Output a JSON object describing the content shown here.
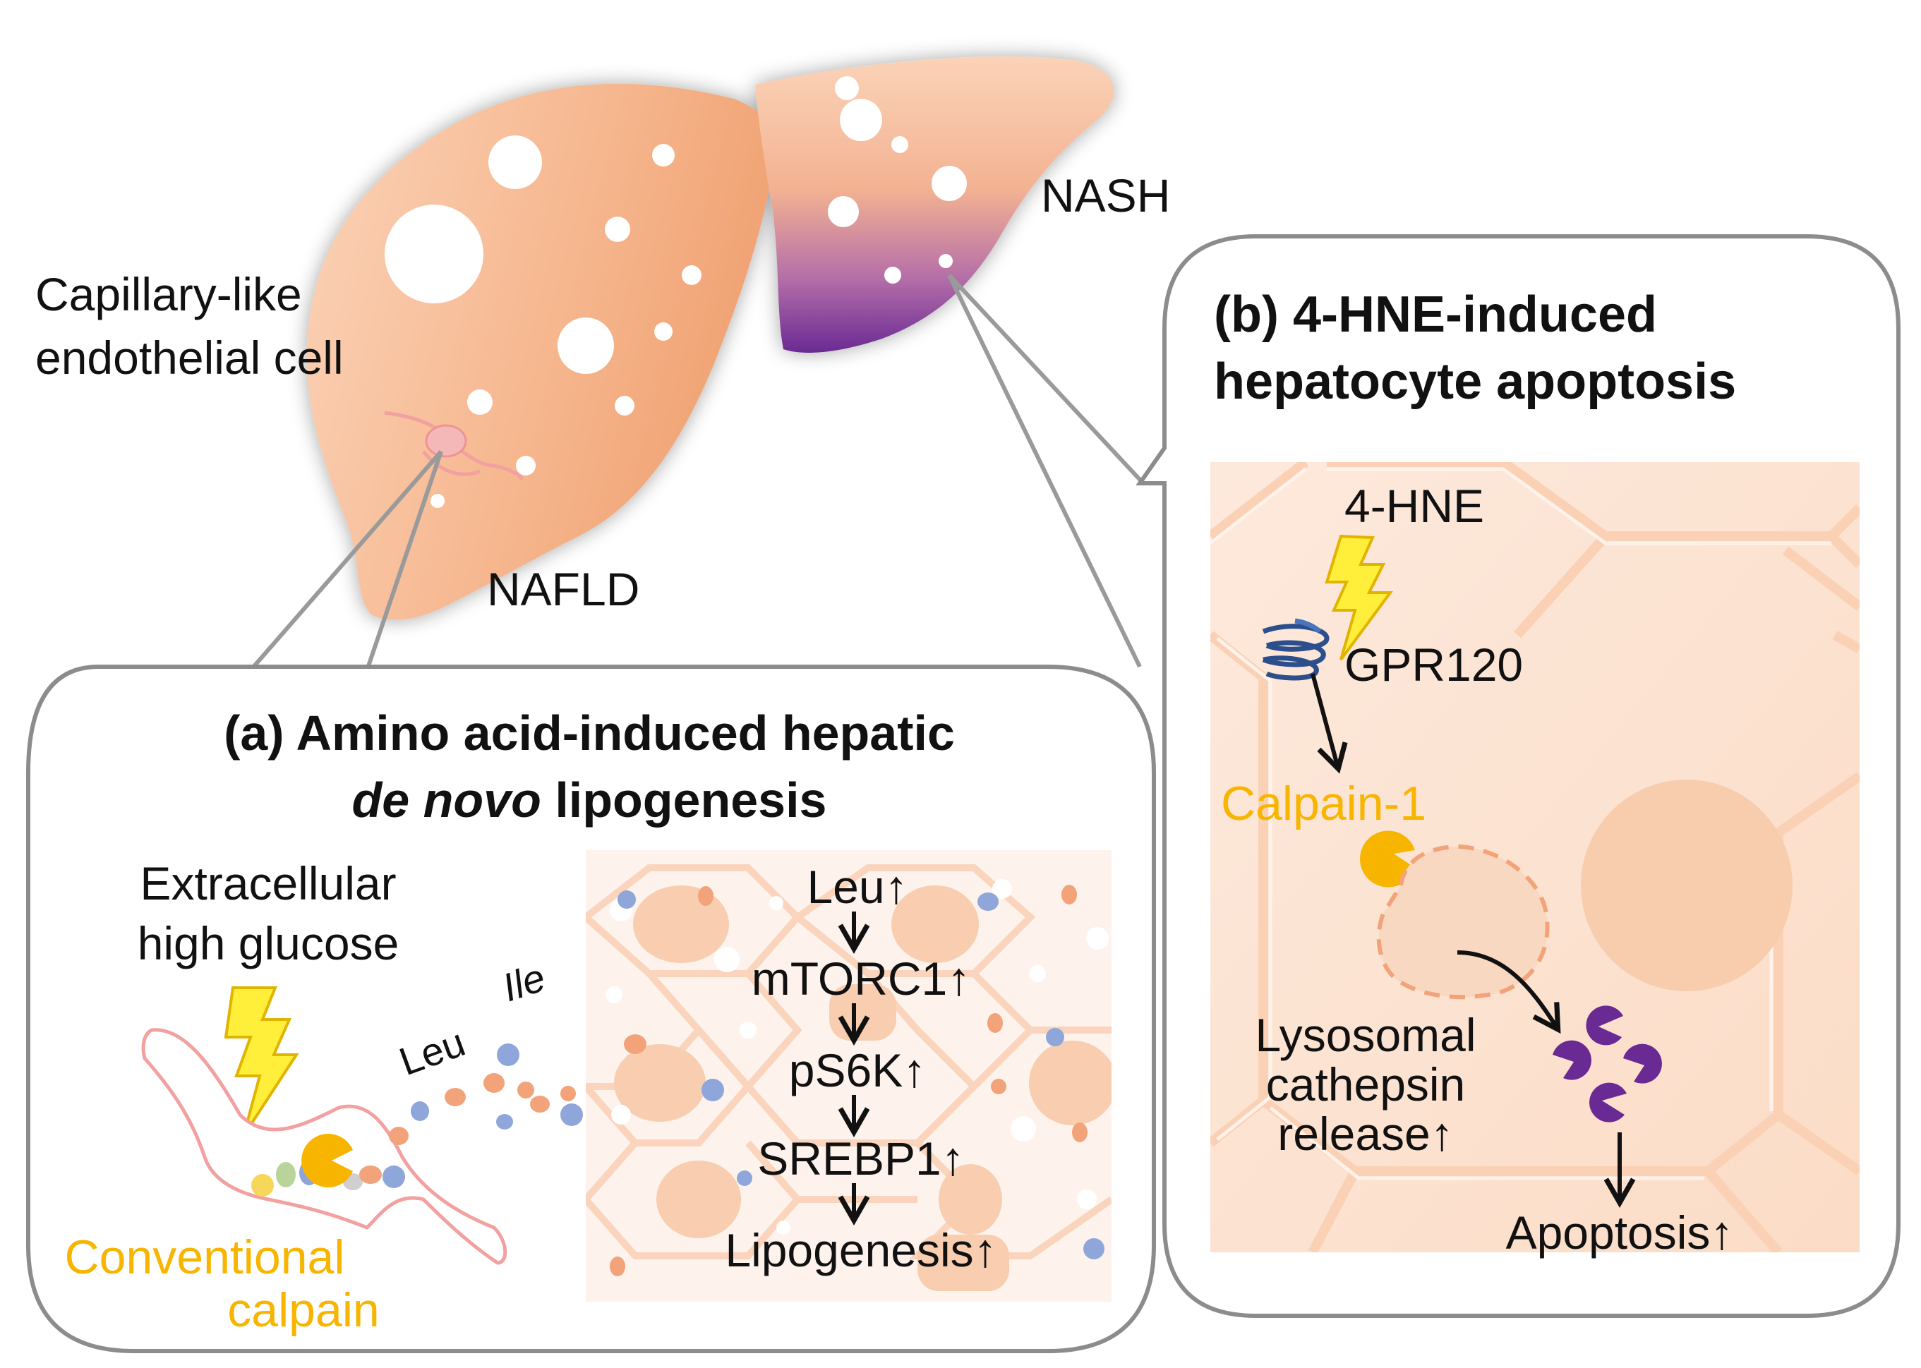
{
  "liver": {
    "nafld_label": "NAFLD",
    "nash_label": "NASH",
    "endothelial_label_line1": "Capillary-like",
    "endothelial_label_line2": "endothelial cell"
  },
  "panel_a": {
    "title_line1": "(a) Amino acid-induced hepatic",
    "title_line2_italic": "de novo",
    "title_line2_rest": " lipogenesis",
    "glucose_line1": "Extracellular",
    "glucose_line2": "high glucose",
    "leu_label": "Leu",
    "ile_label": "Ile",
    "calpain_line1": "Conventional",
    "calpain_line2": "calpain",
    "cascade": [
      "Leu↑",
      "mTORC1↑",
      "pS6K↑",
      "SREBP1↑",
      "Lipogenesis↑"
    ]
  },
  "panel_b": {
    "title_line1": "(b) 4-HNE-induced",
    "title_line2": "hepatocyte apoptosis",
    "hne_label": "4-HNE",
    "gpr_label": "GPR120",
    "calpain1_label": "Calpain-1",
    "lyso_line1": "Lysosomal",
    "lyso_line2": "cathepsin",
    "lyso_line3": "release↑",
    "apoptosis_label": "Apoptosis↑"
  },
  "colors": {
    "liver": "#f4b890",
    "nash_purple": "#6a2a93",
    "calpain_yellow": "#f7b500",
    "cathepsin_purple": "#6a2a93",
    "leu_orange": "#f2a37a",
    "ile_blue": "#8ea6da",
    "cell_background": "#fde6d6",
    "panel_border": "#8c8c8c"
  },
  "icons": [
    "lightning-bolt-icon",
    "calpain-pacman-icon",
    "gpr120-receptor-icon",
    "cathepsin-pacman-icon"
  ]
}
